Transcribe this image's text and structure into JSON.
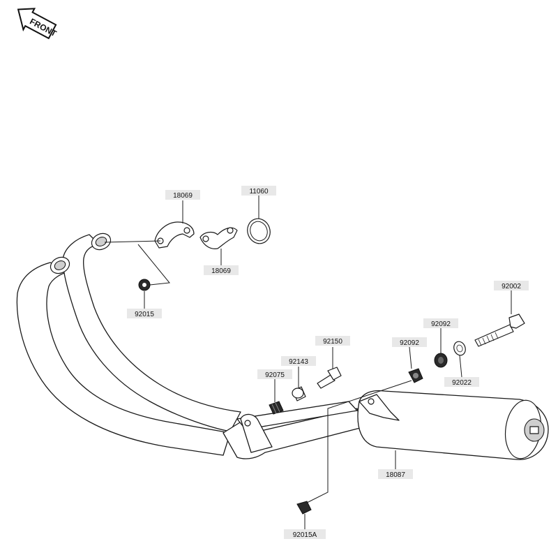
{
  "orientation": {
    "front_label": "FRONT"
  },
  "callouts": [
    {
      "id": "c-18069-top",
      "part_number": "18069"
    },
    {
      "id": "c-11060",
      "part_number": "11060"
    },
    {
      "id": "c-18069-bottom",
      "part_number": "18069"
    },
    {
      "id": "c-92015",
      "part_number": "92015"
    },
    {
      "id": "c-92002",
      "part_number": "92002"
    },
    {
      "id": "c-92092-right",
      "part_number": "92092"
    },
    {
      "id": "c-92022",
      "part_number": "92022"
    },
    {
      "id": "c-92150",
      "part_number": "92150"
    },
    {
      "id": "c-92143",
      "part_number": "92143"
    },
    {
      "id": "c-92075",
      "part_number": "92075"
    },
    {
      "id": "c-92092-left",
      "part_number": "92092"
    },
    {
      "id": "c-18087",
      "part_number": "18087"
    },
    {
      "id": "c-92015A",
      "part_number": "92015A"
    }
  ],
  "colors": {
    "line": "#1a1a1a",
    "label_background": "#e8e8e8",
    "page_background": "#ffffff"
  }
}
